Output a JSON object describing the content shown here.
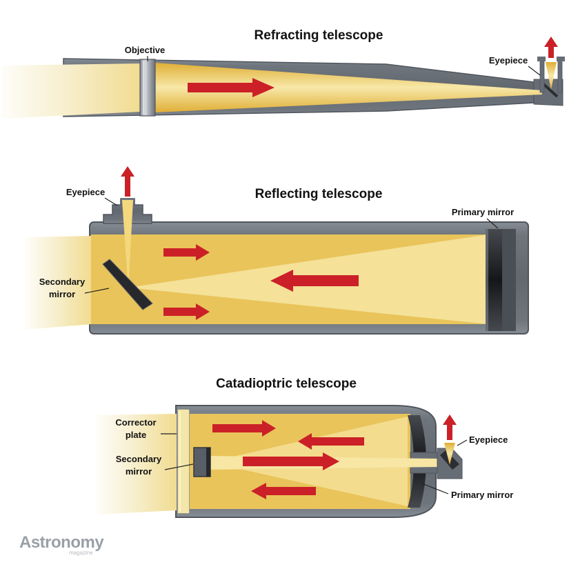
{
  "colors": {
    "background": "#ffffff",
    "tube_gray": "#6b7179",
    "tube_outline": "#50555c",
    "light_gold": "#e9c45a",
    "light_gold_bright": "#f5e198",
    "light_cream": "#f6eecb",
    "mirror_dark": "#1c1e22",
    "arrow_red": "#cb2027",
    "label_text": "#111111",
    "logo_gray": "#9aa0a6"
  },
  "refracting": {
    "title": "Refracting telescope",
    "objective_label": "Objective",
    "eyepiece_label": "Eyepiece"
  },
  "reflecting": {
    "title": "Reflecting telescope",
    "eyepiece_label": "Eyepiece",
    "primary_mirror_label": "Primary mirror",
    "secondary_mirror_label": [
      "Secondary",
      "mirror"
    ]
  },
  "catadioptric": {
    "title": "Catadioptric telescope",
    "corrector_plate_label": [
      "Corrector",
      "plate"
    ],
    "secondary_mirror_label": [
      "Secondary",
      "mirror"
    ],
    "eyepiece_label": "Eyepiece",
    "primary_mirror_label": "Primary mirror"
  },
  "footer": {
    "logo": "Astronomy",
    "logo_sub": "magazine"
  }
}
